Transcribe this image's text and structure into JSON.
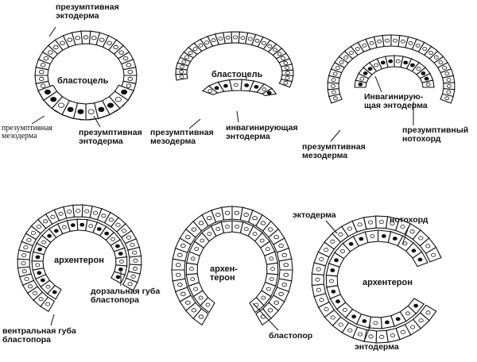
{
  "stages": [
    {
      "id": "stage1",
      "labels": {
        "ectoderm": "презумптивная\nэктодерма",
        "blastocoel": "бластоцель",
        "mesoderm": "презумптивная\nмезодерма",
        "endoderm": "презумптивная\nэнтодерма"
      }
    },
    {
      "id": "stage2",
      "labels": {
        "blastocoel": "бластоцель",
        "mesoderm": "презумптивная\nмезодерма",
        "endoderm": "инвагинирующая\nэнтодерма"
      }
    },
    {
      "id": "stage3",
      "labels": {
        "endoderm": "Инвагинирую-\nщая энтодерма",
        "notochord": "презумптивный\nнотохорд",
        "mesoderm": "презумптивная\nмезодерма"
      }
    },
    {
      "id": "stage4",
      "labels": {
        "archenteron": "архентерон",
        "dorsal_lip": "дорзальная губа\nбластопора",
        "ventral_lip": "вентральная губа\nбластопора"
      }
    },
    {
      "id": "stage5",
      "labels": {
        "archenteron": "архен-\nтерон",
        "blastopore": "бластопор"
      }
    },
    {
      "id": "stage6",
      "labels": {
        "ectoderm": "эктодерма",
        "notochord": "нотохорд",
        "archenteron": "архентерон",
        "endoderm": "энтодерма"
      }
    }
  ]
}
